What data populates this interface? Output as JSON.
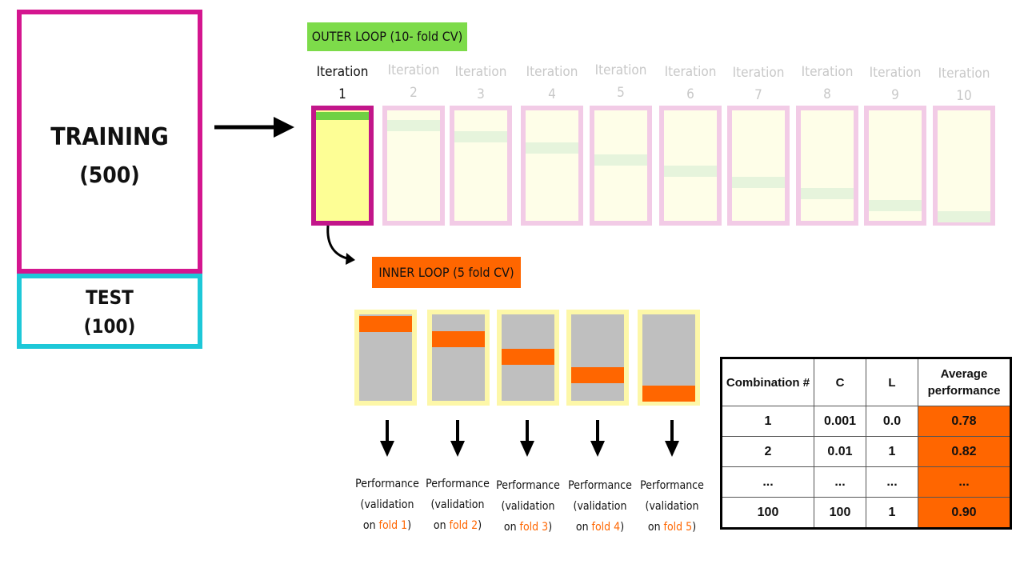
{
  "training": {
    "title": "TRAINING",
    "count": "(500)"
  },
  "test": {
    "title": "TEST",
    "count": "(100)"
  },
  "outer_loop": {
    "label": "OUTER LOOP (10- fold CV)",
    "iteration_word": "Iteration",
    "iterations": [
      "1",
      "2",
      "3",
      "4",
      "5",
      "6",
      "7",
      "8",
      "9",
      "10"
    ],
    "active_iteration": "1"
  },
  "inner_loop": {
    "label": "INNER LOOP (5 fold CV)",
    "folds": [
      {
        "line1": "Performance",
        "line2": "(validation",
        "line3_prefix": "on",
        "fold": "fold 1",
        "line3_suffix": ")"
      },
      {
        "line1": "Performance",
        "line2": "(validation",
        "line3_prefix": "on",
        "fold": "fold 2",
        "line3_suffix": ")"
      },
      {
        "line1": "Performance",
        "line2": "(validation",
        "line3_prefix": "on",
        "fold": "fold 3",
        "line3_suffix": ")"
      },
      {
        "line1": "Performance",
        "line2": "(validation",
        "line3_prefix": "on",
        "fold": "fold 4",
        "line3_suffix": ")"
      },
      {
        "line1": "Performance",
        "line2": "(validation",
        "line3_prefix": "on",
        "fold": "fold 5",
        "line3_suffix": ")"
      }
    ]
  },
  "table": {
    "headers": [
      "Combination #",
      "C",
      "L",
      "Average performance"
    ],
    "rows": [
      [
        "1",
        "0.001",
        "0.0",
        "0.78"
      ],
      [
        "2",
        "0.01",
        "1",
        "0.82"
      ],
      [
        "...",
        "...",
        "...",
        "..."
      ],
      [
        "100",
        "100",
        "1",
        "0.90"
      ]
    ]
  },
  "colors": {
    "training_border": "#d4168f",
    "test_border": "#1ec8d8",
    "outer_label_bg": "#7ddb4a",
    "inner_label_bg": "#ff6600",
    "validation_fold": "#ff6600"
  }
}
